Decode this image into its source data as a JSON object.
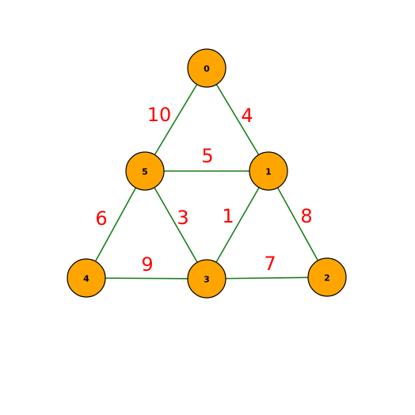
{
  "graph": {
    "colors": {
      "node_fill": "#FFA500",
      "node_stroke": "#000000",
      "edge": "#1A7F1A",
      "weight": "#FF0000"
    },
    "nodes": [
      {
        "id": "0",
        "label": "0"
      },
      {
        "id": "1",
        "label": "1"
      },
      {
        "id": "2",
        "label": "2"
      },
      {
        "id": "3",
        "label": "3"
      },
      {
        "id": "4",
        "label": "4"
      },
      {
        "id": "5",
        "label": "5"
      }
    ],
    "edges": [
      {
        "from": "0",
        "to": "5",
        "weight": "10"
      },
      {
        "from": "0",
        "to": "1",
        "weight": "4"
      },
      {
        "from": "5",
        "to": "1",
        "weight": "5"
      },
      {
        "from": "5",
        "to": "4",
        "weight": "6"
      },
      {
        "from": "5",
        "to": "3",
        "weight": "3"
      },
      {
        "from": "1",
        "to": "3",
        "weight": "1"
      },
      {
        "from": "1",
        "to": "2",
        "weight": "8"
      },
      {
        "from": "4",
        "to": "3",
        "weight": "9"
      },
      {
        "from": "3",
        "to": "2",
        "weight": "7"
      }
    ]
  }
}
